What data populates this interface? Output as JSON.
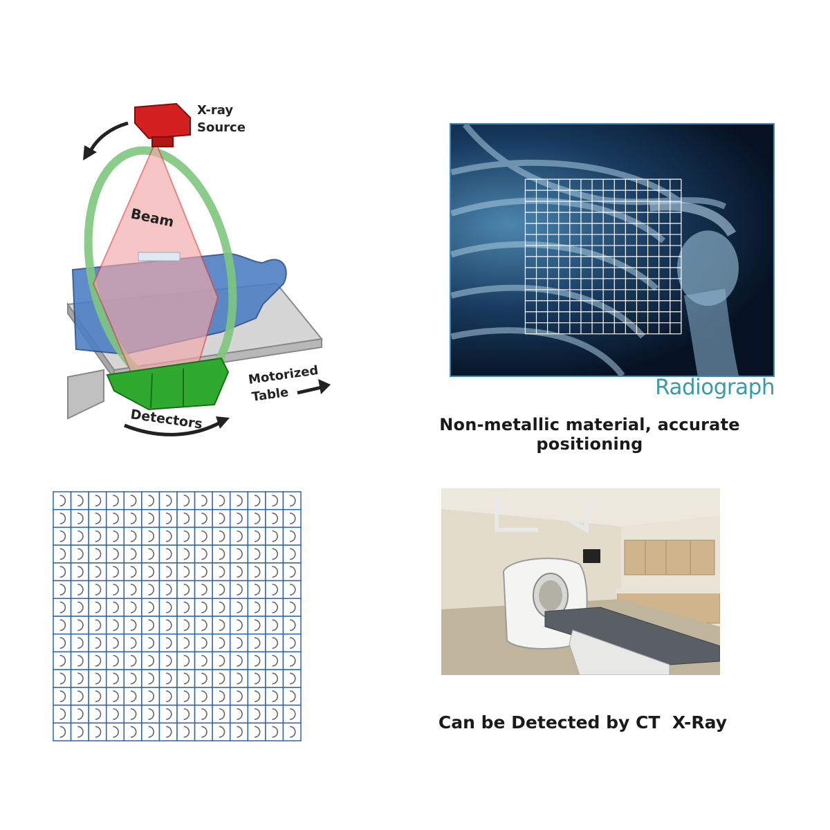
{
  "diagram": {
    "source_label_line1": "X-ray",
    "source_label_line2": "Source",
    "beam_label": "Beam",
    "table_label_line1": "Motorized",
    "table_label_line2": "Table",
    "detectors_label": "Detectors",
    "colors": {
      "source": "#d42020",
      "beam": "#f2a8a8",
      "gantry": "#7ec77e",
      "patient": "#4f7fc4",
      "detectors": "#2faa2f",
      "table": "#c8c8c8"
    }
  },
  "radiograph": {
    "label": "Radiograph",
    "colors": {
      "border": "#3f86b8",
      "label": "#3a9aa6"
    }
  },
  "captions": {
    "top": "Non-metallic material, accurate positioning",
    "bottom": "Can be Detected by CT  X-Ray"
  },
  "marker_grid": {
    "rows": 14,
    "cols": 14,
    "colors": {
      "line": "#2a62b0",
      "marker": "#666666"
    }
  },
  "ct_room_photo": {
    "icon": "ct-scanner-room-photo"
  }
}
